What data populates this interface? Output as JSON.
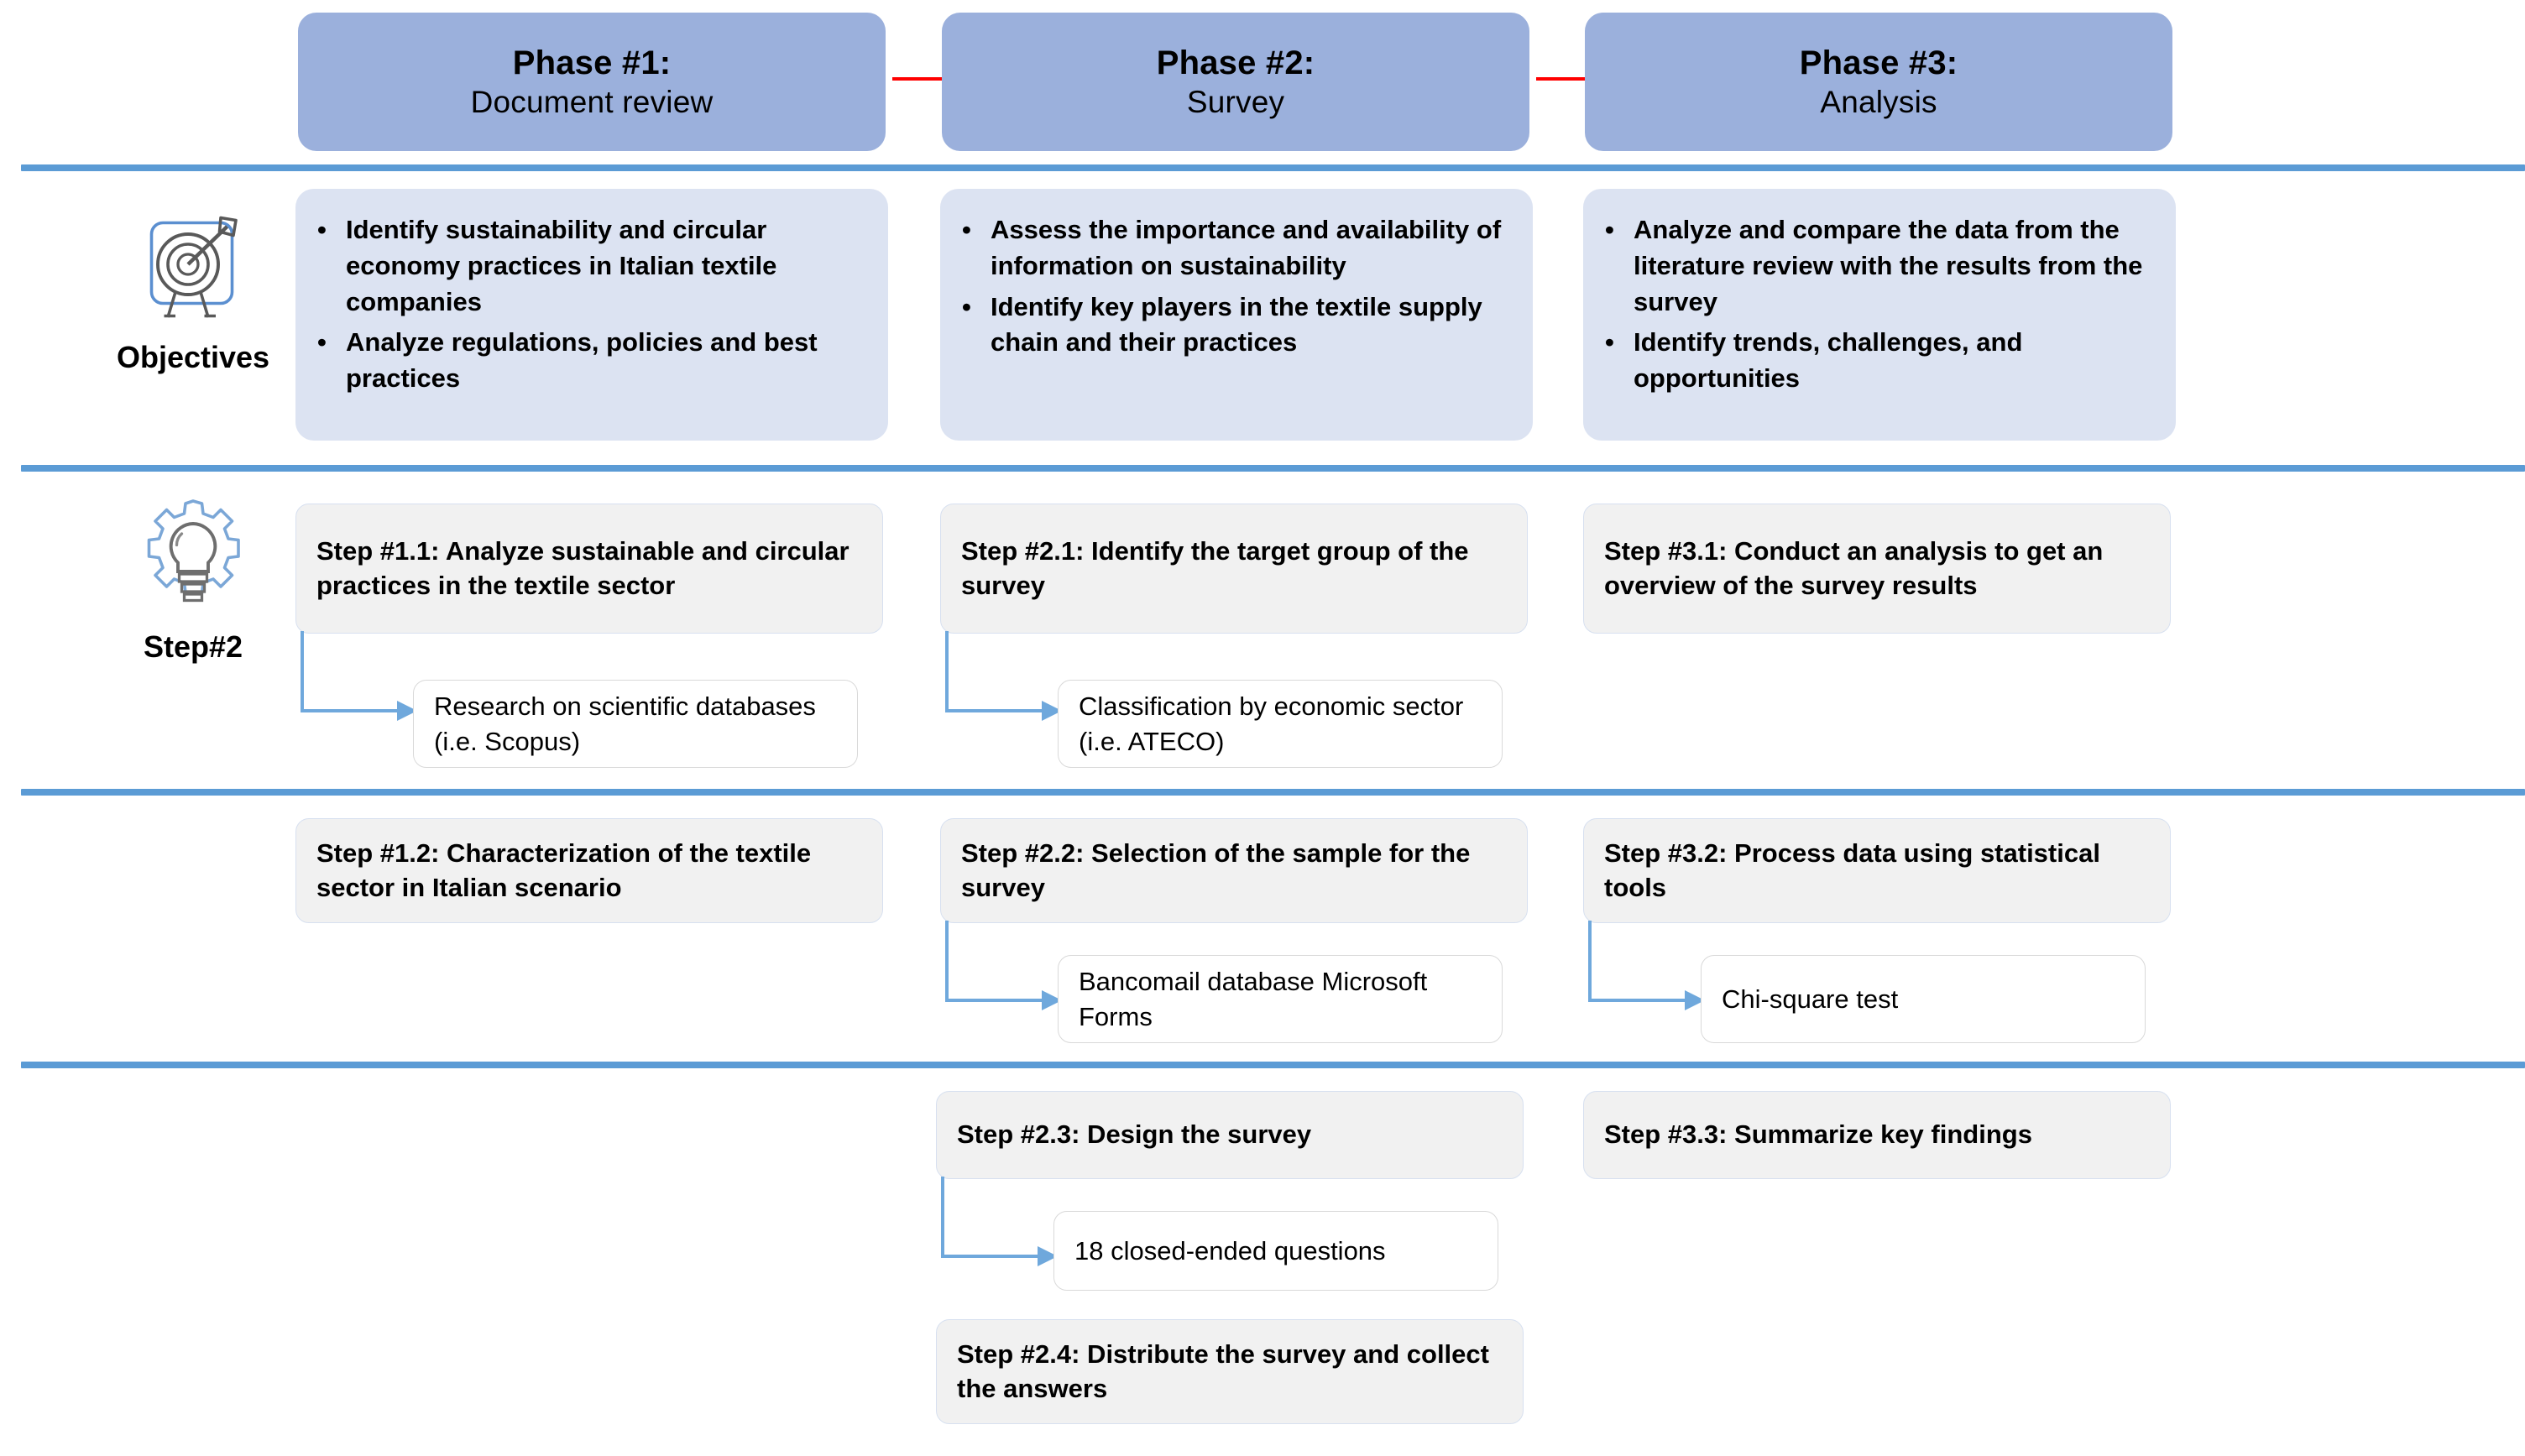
{
  "phases": [
    {
      "title": "Phase #1:",
      "subtitle": "Document review"
    },
    {
      "title": "Phase #2:",
      "subtitle": "Survey"
    },
    {
      "title": "Phase #3:",
      "subtitle": "Analysis"
    }
  ],
  "rail": [
    {
      "icon": "target-arrow-icon",
      "label": "Objectives"
    },
    {
      "icon": "lightbulb-gear-icon",
      "label": "Step#2"
    }
  ],
  "objectives": [
    {
      "bullet": "•",
      "items": [
        "Identify sustainability and circular economy practices in Italian textile companies",
        "Analyze regulations, policies and best practices"
      ]
    },
    {
      "bullet": "•",
      "items": [
        "Assess the importance and availability of information on sustainability",
        "Identify key players in the textile supply chain and their practices"
      ]
    },
    {
      "bullet": "•",
      "items": [
        "Analyze and compare the data from the literature review with the results from the survey",
        "Identify trends, challenges, and opportunities"
      ]
    }
  ],
  "steps": {
    "s11": "Step #1.1: Analyze sustainable and circular practices in the textile sector",
    "s11_sub": "Research on scientific databases (i.e. Scopus)",
    "s21": "Step #2.1: Identify the target group of the survey",
    "s21_sub": "Classification by economic sector (i.e. ATECO)",
    "s31": "Step #3.1: Conduct an analysis to get an overview of the survey results",
    "s12": "Step #1.2: Characterization of the textile sector in Italian scenario",
    "s22": "Step #2.2: Selection of the sample for the survey",
    "s22_sub": "Bancomail database Microsoft Forms",
    "s32": "Step #3.2: Process data using statistical tools",
    "s32_sub": "Chi-square test",
    "s23": "Step #2.3: Design the survey",
    "s23_sub": "18 closed-ended questions",
    "s24": "Step #2.4: Distribute the survey and collect the answers",
    "s33": "Step #3.3: Summarize key findings"
  },
  "colors": {
    "phase_banner": "#9BB0DC",
    "objective_card": "#DCE3F2",
    "step_card": "#F1F1F1",
    "sub_card": "#FFFFFF",
    "divider": "#5B9BD5",
    "phase_arrow": "#FF0000",
    "connector": "#6FA8DC"
  }
}
